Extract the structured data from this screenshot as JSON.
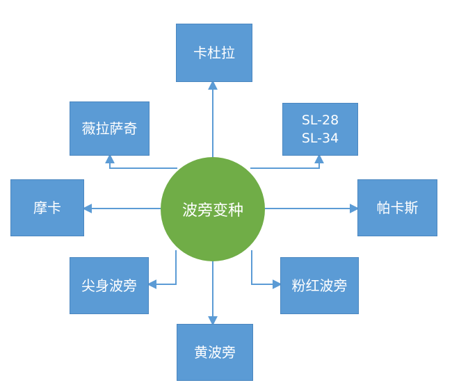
{
  "diagram": {
    "center_label": "波旁变种",
    "nodes": {
      "top": "卡杜拉",
      "upper_left": "薇拉萨奇",
      "upper_right_line1": "SL-28",
      "upper_right_line2": "SL-34",
      "left": "摩卡",
      "right": "帕卡斯",
      "lower_left": "尖身波旁",
      "lower_right": "粉红波旁",
      "bottom": "黄波旁"
    },
    "colors": {
      "box_fill": "#5b9bd5",
      "hub_fill": "#70ad47",
      "connector": "#5b9bd5",
      "text": "#ffffff"
    }
  }
}
